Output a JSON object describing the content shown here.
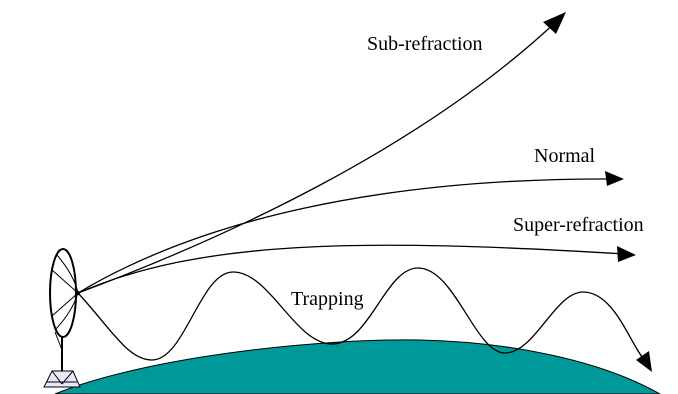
{
  "labels": {
    "sub_refraction": "Sub-refraction",
    "normal": "Normal",
    "super_refraction": "Super-refraction",
    "trapping": "Trapping"
  },
  "colors": {
    "earth_fill": "#009999",
    "stroke": "#000000",
    "dish_base": "#e8e8f8"
  }
}
